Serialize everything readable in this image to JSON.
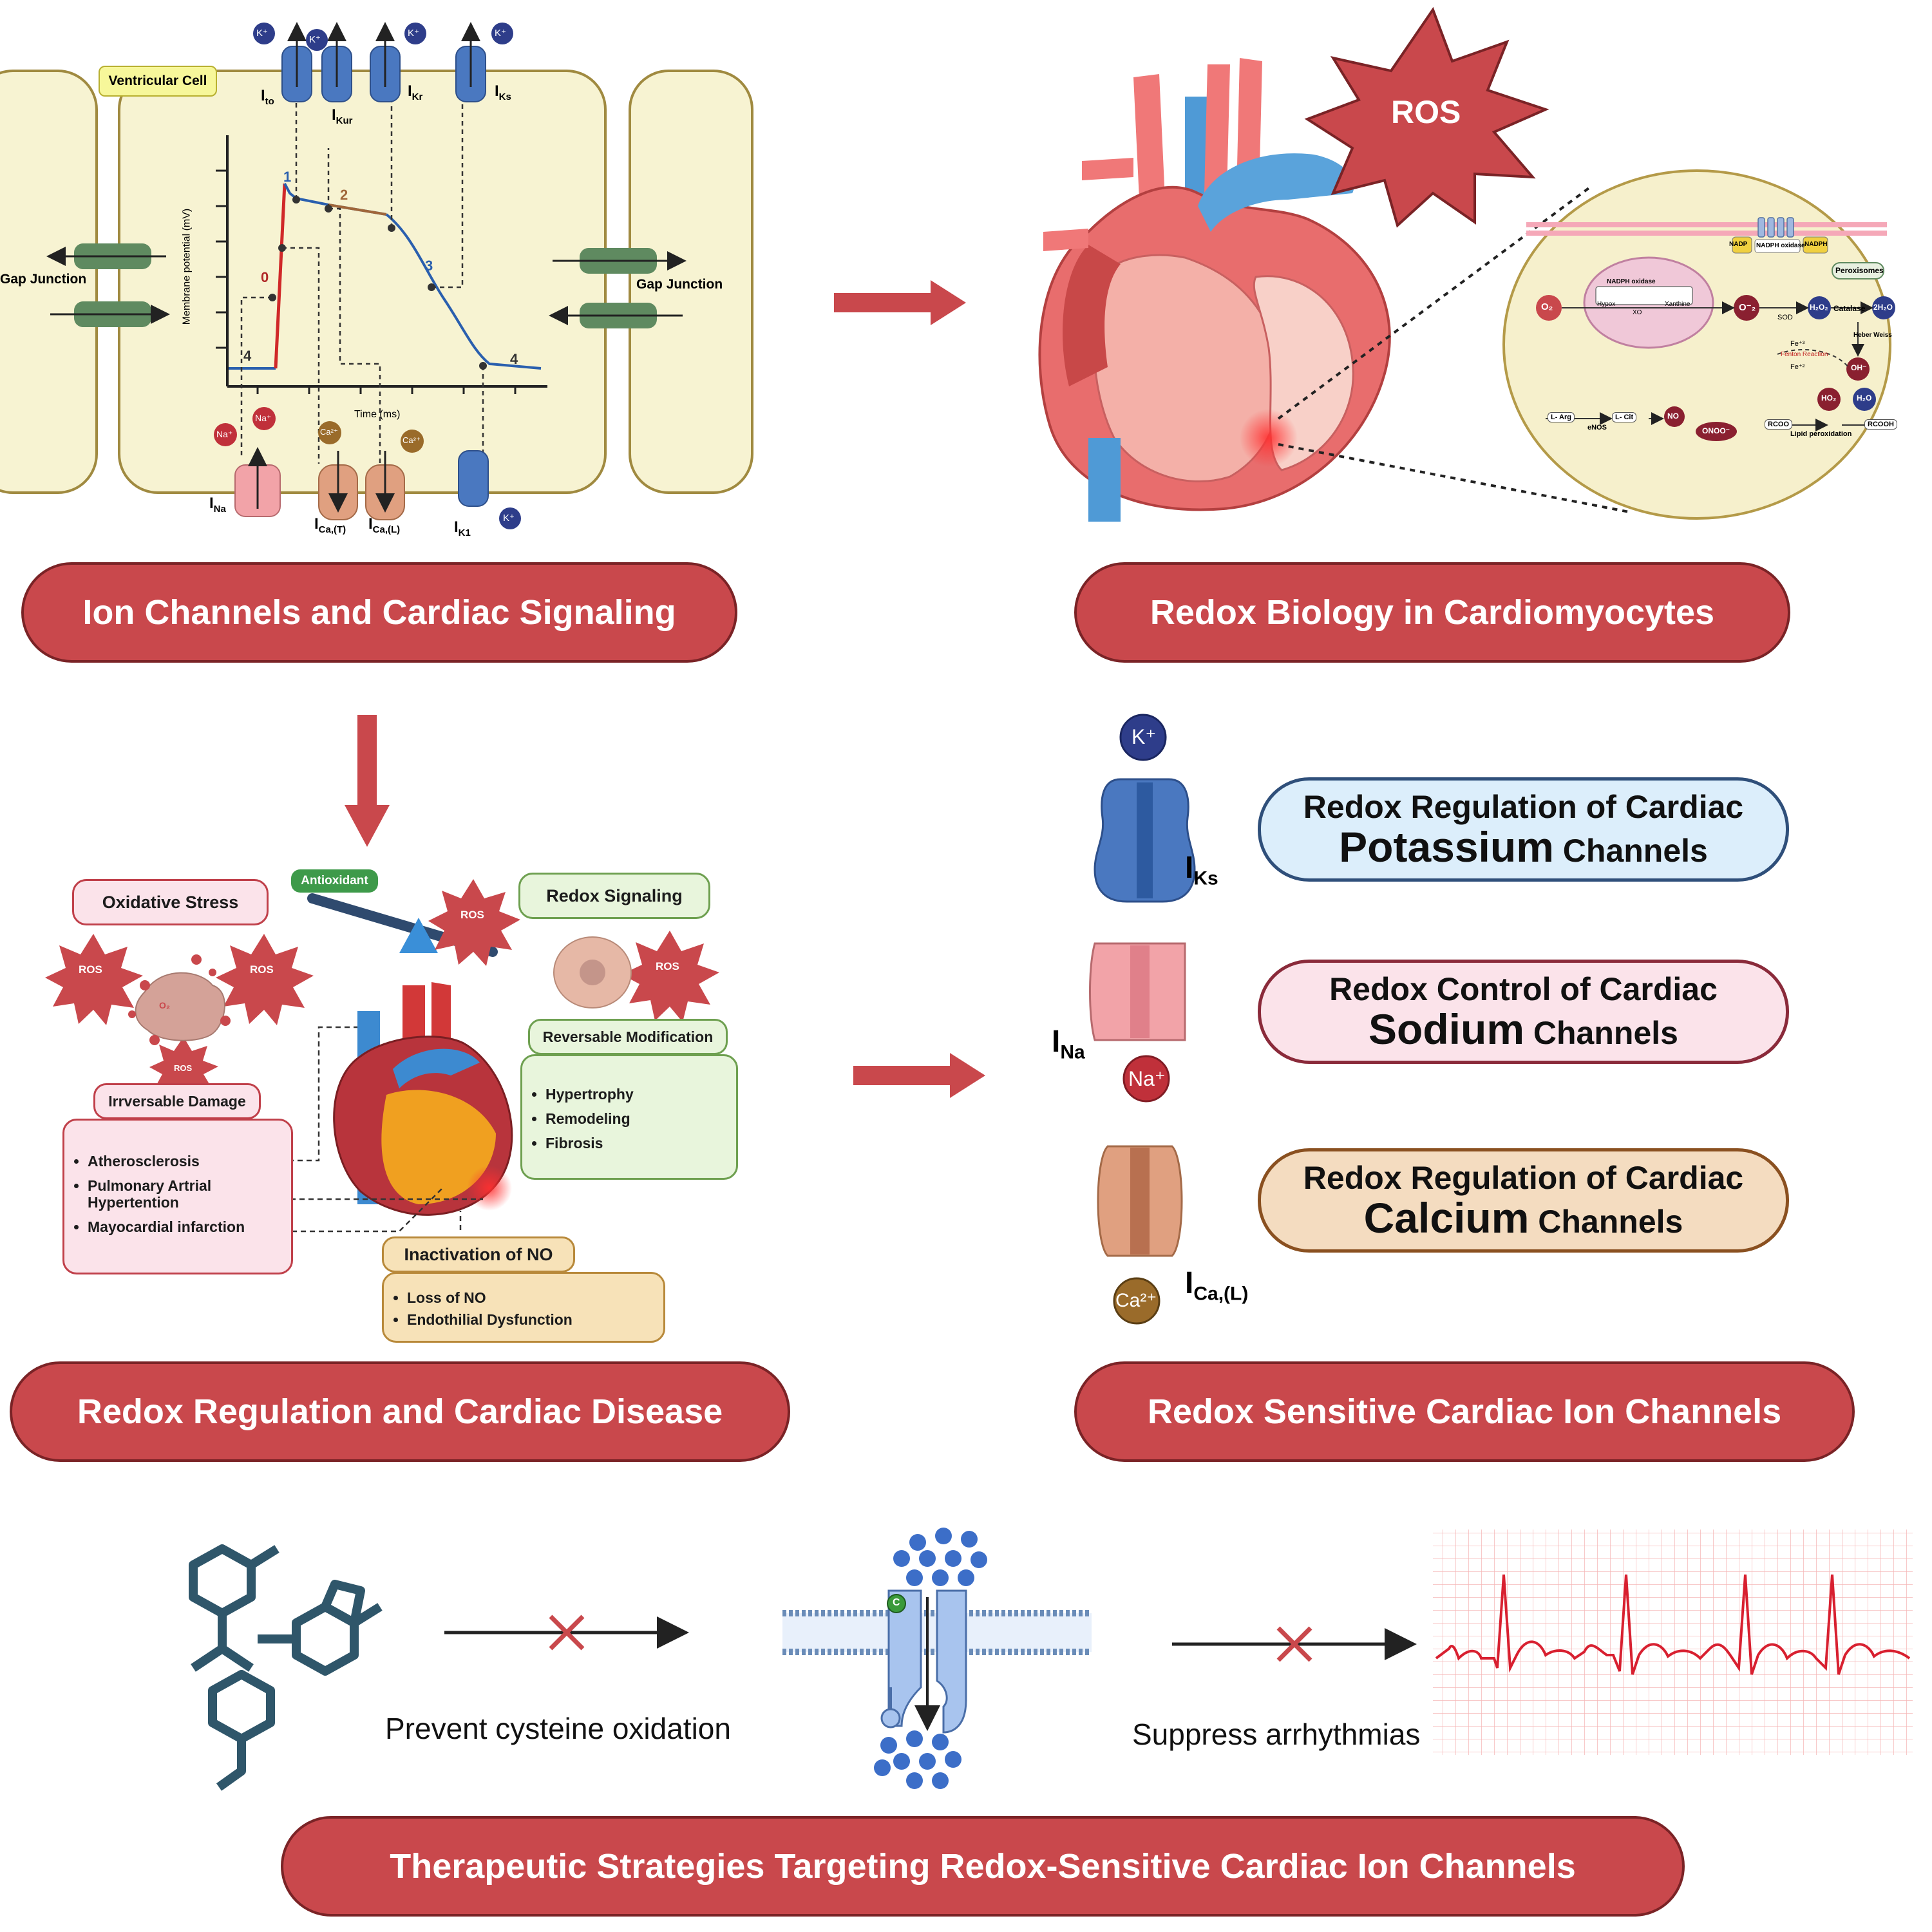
{
  "panels": {
    "ion_channels": "Ion Channels and Cardiac Signaling",
    "redox_biology": "Redox Biology in Cardiomyocytes",
    "redox_disease": "Redox Regulation and Cardiac Disease",
    "sensitive_channels": "Redox Sensitive Cardiac Ion  Channels",
    "therapeutic": "Therapeutic Strategies Targeting Redox-Sensitive Cardiac Ion Channels"
  },
  "ion_panel": {
    "cell_label": "Ventricular Cell",
    "gap_left": "Gap Junction",
    "gap_right": "Gap Junction",
    "y_axis": "Membrane potential (mV)",
    "x_axis": "Time (ms)",
    "phases": [
      "0",
      "1",
      "2",
      "3",
      "4",
      "4"
    ],
    "top_currents": [
      "I",
      "I",
      "I",
      "I"
    ],
    "top_subs": [
      "to",
      "Kur",
      "Kr",
      "Ks"
    ],
    "bottom_currents": [
      "I",
      "I",
      "I",
      "I"
    ],
    "bottom_subs": [
      "Na",
      "Ca,(T)",
      "Ca,(L)",
      "K1"
    ],
    "ions": {
      "k": "K⁺",
      "na": "Na⁺",
      "ca": "Ca²⁺"
    }
  },
  "redox_panel": {
    "ros": "ROS",
    "zoom": {
      "nadp": "NADP",
      "nadph_oxidase": "NADPH oxidase",
      "nadph": "NADPH",
      "peroxisomes": "Peroxisomes",
      "o2": "O₂",
      "nadph_oxidase_mito": "NADPH oxidase",
      "hypox": "Hypox",
      "xanthine": "Xanthine",
      "xo": "XO",
      "superoxide": "O⁻₂",
      "sod": "SOD",
      "h2o2": "H₂O₂",
      "catalase": "Catalase",
      "two_h2o": "2H₂O",
      "heber_weiss": "Heber Weiss",
      "fe3": "Fe⁺³",
      "fenton": "Fenton Reaction",
      "fe2": "Fe⁺²",
      "oh": "OH⁻",
      "ho2": "HO₂",
      "h2o": "H₂O",
      "l_arg": "L- Arg",
      "l_cit": "L- Cit",
      "no": "NO",
      "enos": "eNOS",
      "onoo": "ONOO⁻",
      "rcoo": "RCOO",
      "rcooh": "RCOOH",
      "lipid": "Lipid peroxidation"
    }
  },
  "disease_panel": {
    "antioxidant": "Antioxidant",
    "ros": "ROS",
    "oxidative_stress": "Oxidative Stress",
    "redox_signaling": "Redox Signaling",
    "reversible_mod": "Reversable Modification",
    "reversible_items": [
      "Hypertrophy",
      "Remodeling",
      "Fibrosis"
    ],
    "irreversible": "Irrversable Damage",
    "irreversible_items": [
      "Atherosclerosis",
      "Pulmonary Artrial Hypertention",
      "Mayocardial infarction"
    ],
    "no_title": "Inactivation of NO",
    "no_items": [
      "Loss of NO",
      "Endothilial Dysfunction"
    ],
    "superoxide": "O₂"
  },
  "channels_panel": {
    "k_ion": "K⁺",
    "na_ion": "Na⁺",
    "ca_ion": "Ca²⁺",
    "iks_main": "I",
    "iks_sub": "Ks",
    "ina_main": "I",
    "ina_sub": "Na",
    "ical_main": "I",
    "ical_sub": "Ca,(L)",
    "potassium": {
      "line1": "Redox Regulation of Cardiac",
      "key": "Potassium",
      "rest": " Channels"
    },
    "sodium": {
      "line1": "Redox Control of Cardiac",
      "key": "Sodium",
      "rest": " Channels"
    },
    "calcium": {
      "line1": "Redox Regulation of Cardiac",
      "key": "Calcium",
      "rest": " Channels"
    }
  },
  "therapy": {
    "prevent": "Prevent cysteine oxidation",
    "suppress": "Suppress arrhythmias",
    "cysteine": "C"
  },
  "colors": {
    "banner": "#c9484c",
    "cell": "#f7f3d2",
    "potassium_box": "#dceefb",
    "sodium_box": "#fbe3ea",
    "calcium_box": "#f4dcc0",
    "k_channel": "#4a78c0",
    "na_channel": "#f2a3a8",
    "ca_channel": "#e0a080"
  }
}
